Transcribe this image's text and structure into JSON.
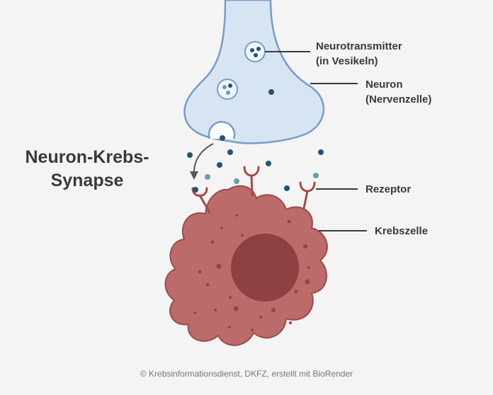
{
  "title_lines": [
    "Neuron-Krebs-",
    "Synapse"
  ],
  "labels": {
    "neurotransmitter": [
      "Neurotransmitter",
      "(in Vesikeln)"
    ],
    "neuron": [
      "Neuron",
      "(Nervenzelle)"
    ],
    "rezeptor": "Rezeptor",
    "krebszelle": "Krebszelle"
  },
  "credit": "©  Krebsinformationsdienst, DKFZ, erstellt mit BioRender",
  "colors": {
    "background": "#f4f4f4",
    "neuron_fill": "#d7e5f2",
    "neuron_stroke": "#7a9acc",
    "molecule_dark": "#1f5670",
    "molecule_light": "#6d9ab0",
    "cell_fill": "#bc6b6b",
    "cell_stroke": "#9d4a4a",
    "nucleus": "#8f4040",
    "receptor": "#a94848",
    "text": "#3a3a3a"
  }
}
